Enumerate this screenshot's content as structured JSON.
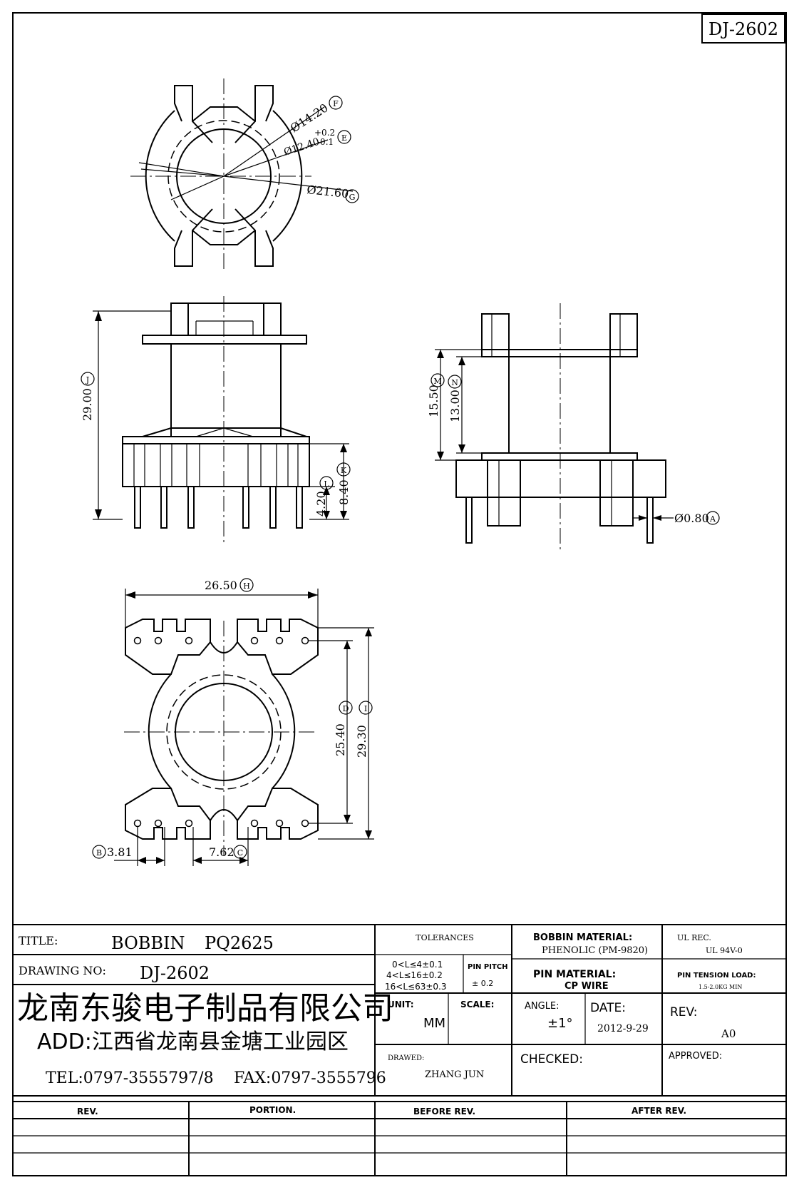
{
  "drawing_number_box": "DJ-2602",
  "dims": {
    "f": "Ø14.20",
    "f_tag": "F",
    "e_main": "Ø12.40",
    "e_tol_plus": "+0.2",
    "e_tol_minus": "-0.1",
    "e_tag": "E",
    "g": "Ø21.60",
    "g_tag": "G",
    "j": "29.00",
    "j_tag": "J",
    "l": "4.20",
    "l_tag": "L",
    "k": "8.40",
    "k_tag": "K",
    "m": "15.50",
    "m_tag": "M",
    "n": "13.00",
    "n_tag": "N",
    "a": "Ø0.80",
    "a_tag": "A",
    "h": "26.50",
    "h_tag": "H",
    "d": "25.40",
    "d_tag": "D",
    "i": "29.30",
    "i_tag": "I",
    "b": "3.81",
    "b_tag": "B",
    "c": "7.62",
    "c_tag": "C"
  },
  "title_block": {
    "title_label": "TITLE:",
    "title_value1": "BOBBIN",
    "title_value2": "PQ2625",
    "drawing_no_label": "DRAWING NO:",
    "drawing_no_value": "DJ-2602",
    "company": "龙南东骏电子制品有限公司",
    "address": "ADD:江西省龙南县金塘工业园区",
    "tel": "TEL:0797-3555797/8",
    "fax": "FAX:0797-3555796",
    "tolerances_label": "TOLERANCES",
    "tol1": "0<L≤4±0.1",
    "tol2": "4<L≤16±0.2",
    "tol3": "16<L≤63±0.3",
    "pin_pitch_label": "PIN PITCH",
    "pin_pitch_value": "± 0.2",
    "bobbin_material_label": "BOBBIN MATERIAL:",
    "bobbin_material_value": "PHENOLIC (PM-9820)",
    "ul_rec_label": "UL REC.",
    "ul_rec_value": "UL 94V-0",
    "pin_material_label": "PIN MATERIAL:",
    "pin_material_value": "CP WIRE",
    "pin_tension_label": "PIN TENSION LOAD:",
    "pin_tension_value": "1.5-2.0KG MIN",
    "unit_label": "UNIT:",
    "unit_value": "MM",
    "scale_label": "SCALE:",
    "angle_label": "ANGLE:",
    "angle_value": "±1°",
    "date_label": "DATE:",
    "date_value": "2012-9-29",
    "rev_label": "REV:",
    "rev_value": "A0",
    "drawed_label": "DRAWED:",
    "drawed_value": "ZHANG JUN",
    "checked_label": "CHECKED:",
    "approved_label": "APPROVED:"
  },
  "rev_table": {
    "headers": [
      "REV.",
      "PORTION.",
      "BEFORE REV.",
      "AFTER REV."
    ]
  }
}
